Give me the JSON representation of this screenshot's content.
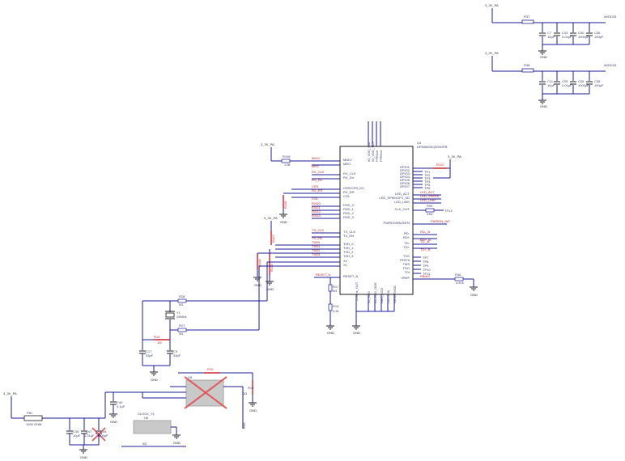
{
  "power": {
    "rail_top": "3_3V_PA",
    "rail_mid": "3_3V_PA",
    "rail_left_mid": "3_3V_PA",
    "rail_left_low": "3_3V_PA",
    "rail_bottom": "3_3V_PA",
    "rail_r2": "3_3V_PA",
    "avdd_top": "AVDD33",
    "avdd_bottom": "AVDD33"
  },
  "decoupling": {
    "top": {
      "resistor": "R37",
      "caps": [
        {
          "ref": "C7",
          "value": "10µF"
        },
        {
          "ref": "C43",
          "value": "0.01µF"
        },
        {
          "ref": "C50",
          "value": "1000pF"
        },
        {
          "ref": "C35",
          "value": "100pF"
        }
      ]
    },
    "bottom": {
      "resistor": "R38",
      "caps": [
        {
          "ref": "C11",
          "value": "10µF"
        },
        {
          "ref": "C25",
          "value": "0.01µF"
        },
        {
          "ref": "C26",
          "value": "1000pF"
        },
        {
          "ref": "C36",
          "value": "100pF"
        }
      ]
    },
    "gnd": "GND"
  },
  "ic": {
    "ref": "U4",
    "part": "DP83630SQE/NOPB",
    "top_pins": [
      "IO_VDD_MID",
      "IO_VDD_TOP",
      "PFBIN3",
      "PFBIN4"
    ],
    "left_pins": [
      "MDIO",
      "MDC",
      "RX_CLK",
      "RX_DV",
      "CRS/CRS_DV",
      "RX_ER",
      "COL",
      "RXD_0",
      "RXD_1",
      "RXD_2",
      "RXD_3",
      "TX_CLK",
      "TX_EN",
      "TXD_0",
      "TXD_1",
      "TXD_2",
      "TXD_3",
      "X2",
      "X1",
      "RESET_N"
    ],
    "right_pins": [
      "GPIO1",
      "GPIO2",
      "GPIO3",
      "GPIO4",
      "GPIO5",
      "GPIO6",
      "GPIO7",
      "LED_ACT",
      "LED_SPEED/FX_SD",
      "LED_LINK",
      "CLK_OUT",
      "PWRDOWN/INTN",
      "RD-",
      "RD+",
      "TD-",
      "TD+",
      "TCK",
      "TRST#",
      "TMS",
      "TDO",
      "TDI",
      "RBIAS"
    ],
    "bottom_pins": [
      "25MHz_OUT",
      "IO_VDD",
      "IO_VDD_ODE",
      "REG_VDD",
      "CD_VDD",
      "RESERVED"
    ],
    "pin_labels": [
      "VREF"
    ]
  },
  "nets": {
    "mdio": "MDIO",
    "mdc": "MDC",
    "rx_clk": "RX_CLK",
    "rx_dv": "RX_DV",
    "crs": "CRS",
    "rx_er": "RX_ER",
    "col": "COL",
    "rxd": [
      "RXD0",
      "RXD1",
      "RXD2",
      "RXD3"
    ],
    "tx_clk": "TX_CLK",
    "tx_en": "TX_EN",
    "txd": [
      "TXD0",
      "TXD1",
      "TXD2",
      "TXD3"
    ],
    "reset": "RESET_N",
    "led_act": "LED_ACT",
    "led_spd": "LED_SPEED",
    "led_link": "LED_LINK",
    "pwrdown": "PWRDN_INT",
    "rd_m": "RD-_B",
    "rd_p": "RD+_B",
    "td_m": "TD-_B",
    "td_p": "TD+_B",
    "rbias": "RBIAS",
    "clk_out": "CLK_OUT"
  },
  "testpoints": [
    "TP1",
    "TP2",
    "TP3",
    "TP4",
    "TP5",
    "TP6",
    "TP7",
    "TP8",
    "TP9",
    "TP10",
    "TP11",
    "TP12",
    "TP13"
  ],
  "passives": {
    "r_mdio": {
      "ref": "R106",
      "value": "1.5k"
    },
    "r_gpio": {
      "ref": "R112",
      "value": ""
    },
    "r_clk": {
      "ref": "R99",
      "value": "33Ω"
    },
    "r_bias": {
      "ref": "R46",
      "value": "4.87k"
    },
    "r_crs": {
      "ref": "R105",
      "value": "2.2k"
    },
    "r_strap_a": {
      "ref": "R107",
      "value": "2.2k"
    },
    "r_strap_b": {
      "ref": "R108",
      "value": "2.2k"
    },
    "r_strap_c": {
      "ref": "R109",
      "value": "2.2k"
    },
    "r_reset": {
      "ref": "R17",
      "value": "0Ω"
    },
    "r_reset_pd": {
      "ref": "R14",
      "value": "2.2k"
    },
    "r_x2": {
      "ref": "R28",
      "value": "0Ω"
    },
    "r_x1": {
      "ref": "R27",
      "value": "0Ω"
    },
    "r_xtal_par": {
      "ref": "R15",
      "value": "1M"
    },
    "r_osc_out": {
      "ref": "R19",
      "value": ""
    },
    "r_osc_en": {
      "ref": "R16",
      "value": "0Ω"
    },
    "r_osc2": {
      "ref": "R20",
      "value": "0Ω"
    },
    "crystal": {
      "ref": "Y1",
      "value": "25MHz"
    },
    "c_xtal_a": {
      "ref": "C17",
      "value": "33pF"
    },
    "c_xtal_b": {
      "ref": "C9",
      "value": "33pF"
    },
    "c_osc": {
      "ref": "C40",
      "value": "0.1µF"
    },
    "c_bulk": {
      "ref": "C45",
      "value": "10µF"
    },
    "c_bulk2": {
      "ref": "C47",
      "value": "0.01µF"
    },
    "c_bulk3": {
      "ref": "C44",
      "value": "1000pF"
    },
    "ferrite": {
      "ref": "FB1",
      "value": "1000 OHM"
    },
    "osc": {
      "ref": "U5",
      "value": ""
    },
    "osc2": {
      "ref": "U6",
      "value": ""
    },
    "clock_label": "CLOCK_Y1"
  },
  "gnd_label": "GND"
}
